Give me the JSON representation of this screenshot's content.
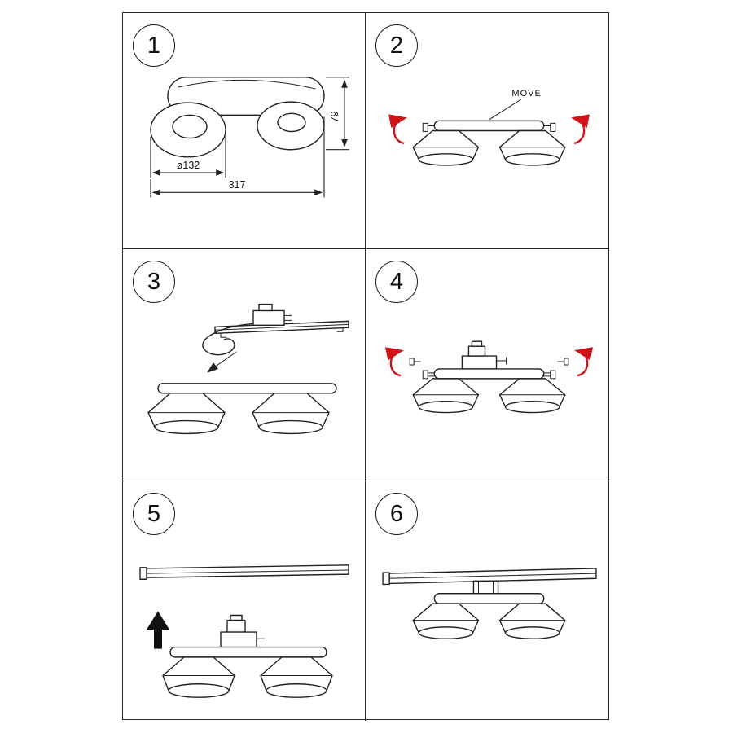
{
  "panels": [
    {
      "number": "1",
      "dimensions": {
        "diameter": "ø132",
        "overall_width": "317",
        "height": "79"
      }
    },
    {
      "number": "2",
      "annotation": "MOVE"
    },
    {
      "number": "3"
    },
    {
      "number": "4"
    },
    {
      "number": "5"
    },
    {
      "number": "6"
    }
  ],
  "colors": {
    "line": "#222222",
    "red_accent": "#d01317",
    "border": "#2b2b2b",
    "background": "#ffffff"
  }
}
